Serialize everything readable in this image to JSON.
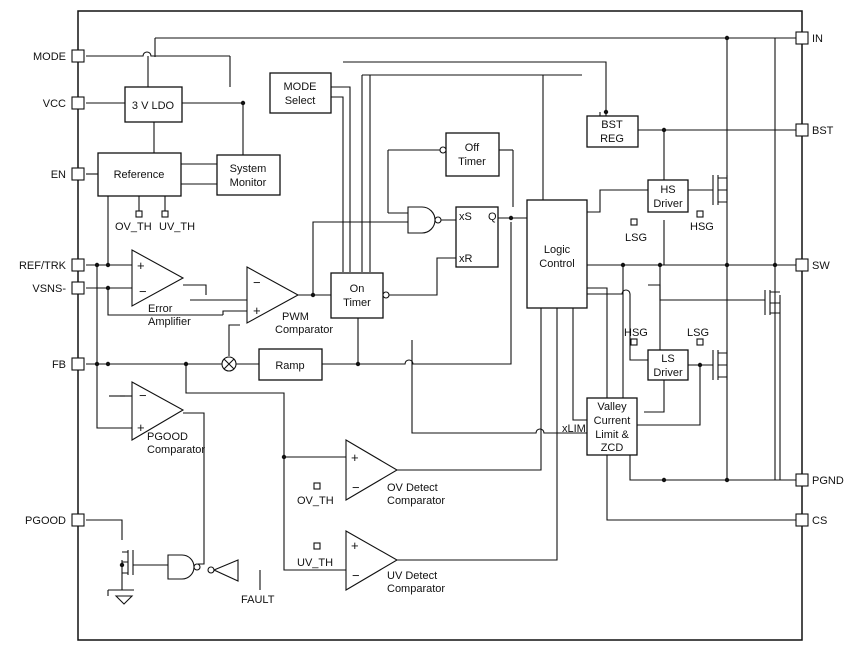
{
  "pins": {
    "mode": "MODE",
    "vcc": "VCC",
    "en": "EN",
    "ref_trk": "REF/TRK",
    "vsns": "VSNS-",
    "fb": "FB",
    "pgood": "PGOOD",
    "in": "IN",
    "bst": "BST",
    "sw": "SW",
    "pgnd": "PGND",
    "cs": "CS"
  },
  "blocks": {
    "ldo": "3 V LDO",
    "mode_select": [
      "MODE",
      "Select"
    ],
    "reference": "Reference",
    "system_monitor": [
      "System",
      "Monitor"
    ],
    "off_timer": [
      "Off",
      "Timer"
    ],
    "on_timer": [
      "On",
      "Timer"
    ],
    "ramp": "Ramp",
    "logic_control": [
      "Logic",
      "Control"
    ],
    "bst_reg": [
      "BST",
      "REG"
    ],
    "hs_driver": [
      "HS",
      "Driver"
    ],
    "ls_driver": [
      "LS",
      "Driver"
    ],
    "valley": [
      "Valley",
      "Current",
      "Limit &",
      "ZCD"
    ]
  },
  "labels": {
    "ov_th": "OV_TH",
    "uv_th": "UV_TH",
    "lsg": "LSG",
    "hsg": "HSG",
    "xs": "xS",
    "xr": "xR",
    "q": "Q",
    "xlim": "xLIM",
    "fault": "FAULT"
  },
  "comparators": {
    "error": [
      "Error",
      "Amplifier"
    ],
    "pwm": [
      "PWM",
      "Comparator"
    ],
    "pgood": [
      "PGOOD",
      "Comparator"
    ],
    "ov": [
      "OV Detect",
      "Comparator"
    ],
    "uv": [
      "UV Detect",
      "Comparator"
    ]
  }
}
